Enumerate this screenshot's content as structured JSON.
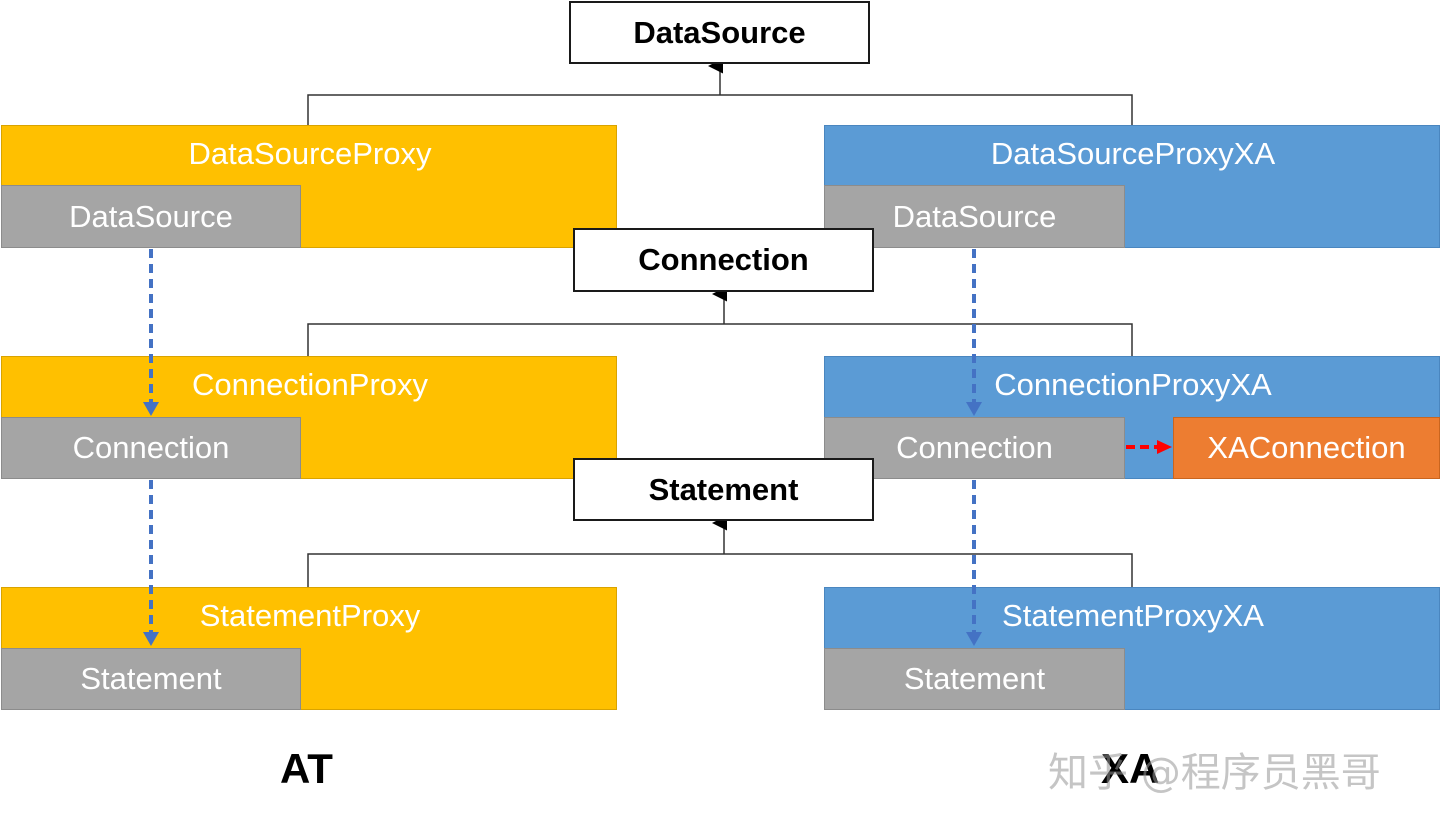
{
  "interfaces": {
    "datasource": "DataSource",
    "connection": "Connection",
    "statement": "Statement"
  },
  "at": {
    "datasource_proxy": {
      "title": "DataSourceProxy",
      "inner": "DataSource"
    },
    "connection_proxy": {
      "title": "ConnectionProxy",
      "inner": "Connection"
    },
    "statement_proxy": {
      "title": "StatementProxy",
      "inner": "Statement"
    },
    "label": "AT"
  },
  "xa": {
    "datasource_proxy": {
      "title": "DataSourceProxyXA",
      "inner": "DataSource"
    },
    "connection_proxy": {
      "title": "ConnectionProxyXA",
      "inner": "Connection",
      "xa_connection": "XAConnection"
    },
    "statement_proxy": {
      "title": "StatementProxyXA",
      "inner": "Statement"
    },
    "label": "XA"
  },
  "watermark": "知乎 @程序员黑哥",
  "colors": {
    "at_proxy": "#FFC000",
    "xa_proxy": "#5B9BD5",
    "inner": "#A5A5A5",
    "xa_connection": "#ED7D31",
    "dashed_arrow": "#4472C4",
    "red_arrow": "#FF0000"
  }
}
